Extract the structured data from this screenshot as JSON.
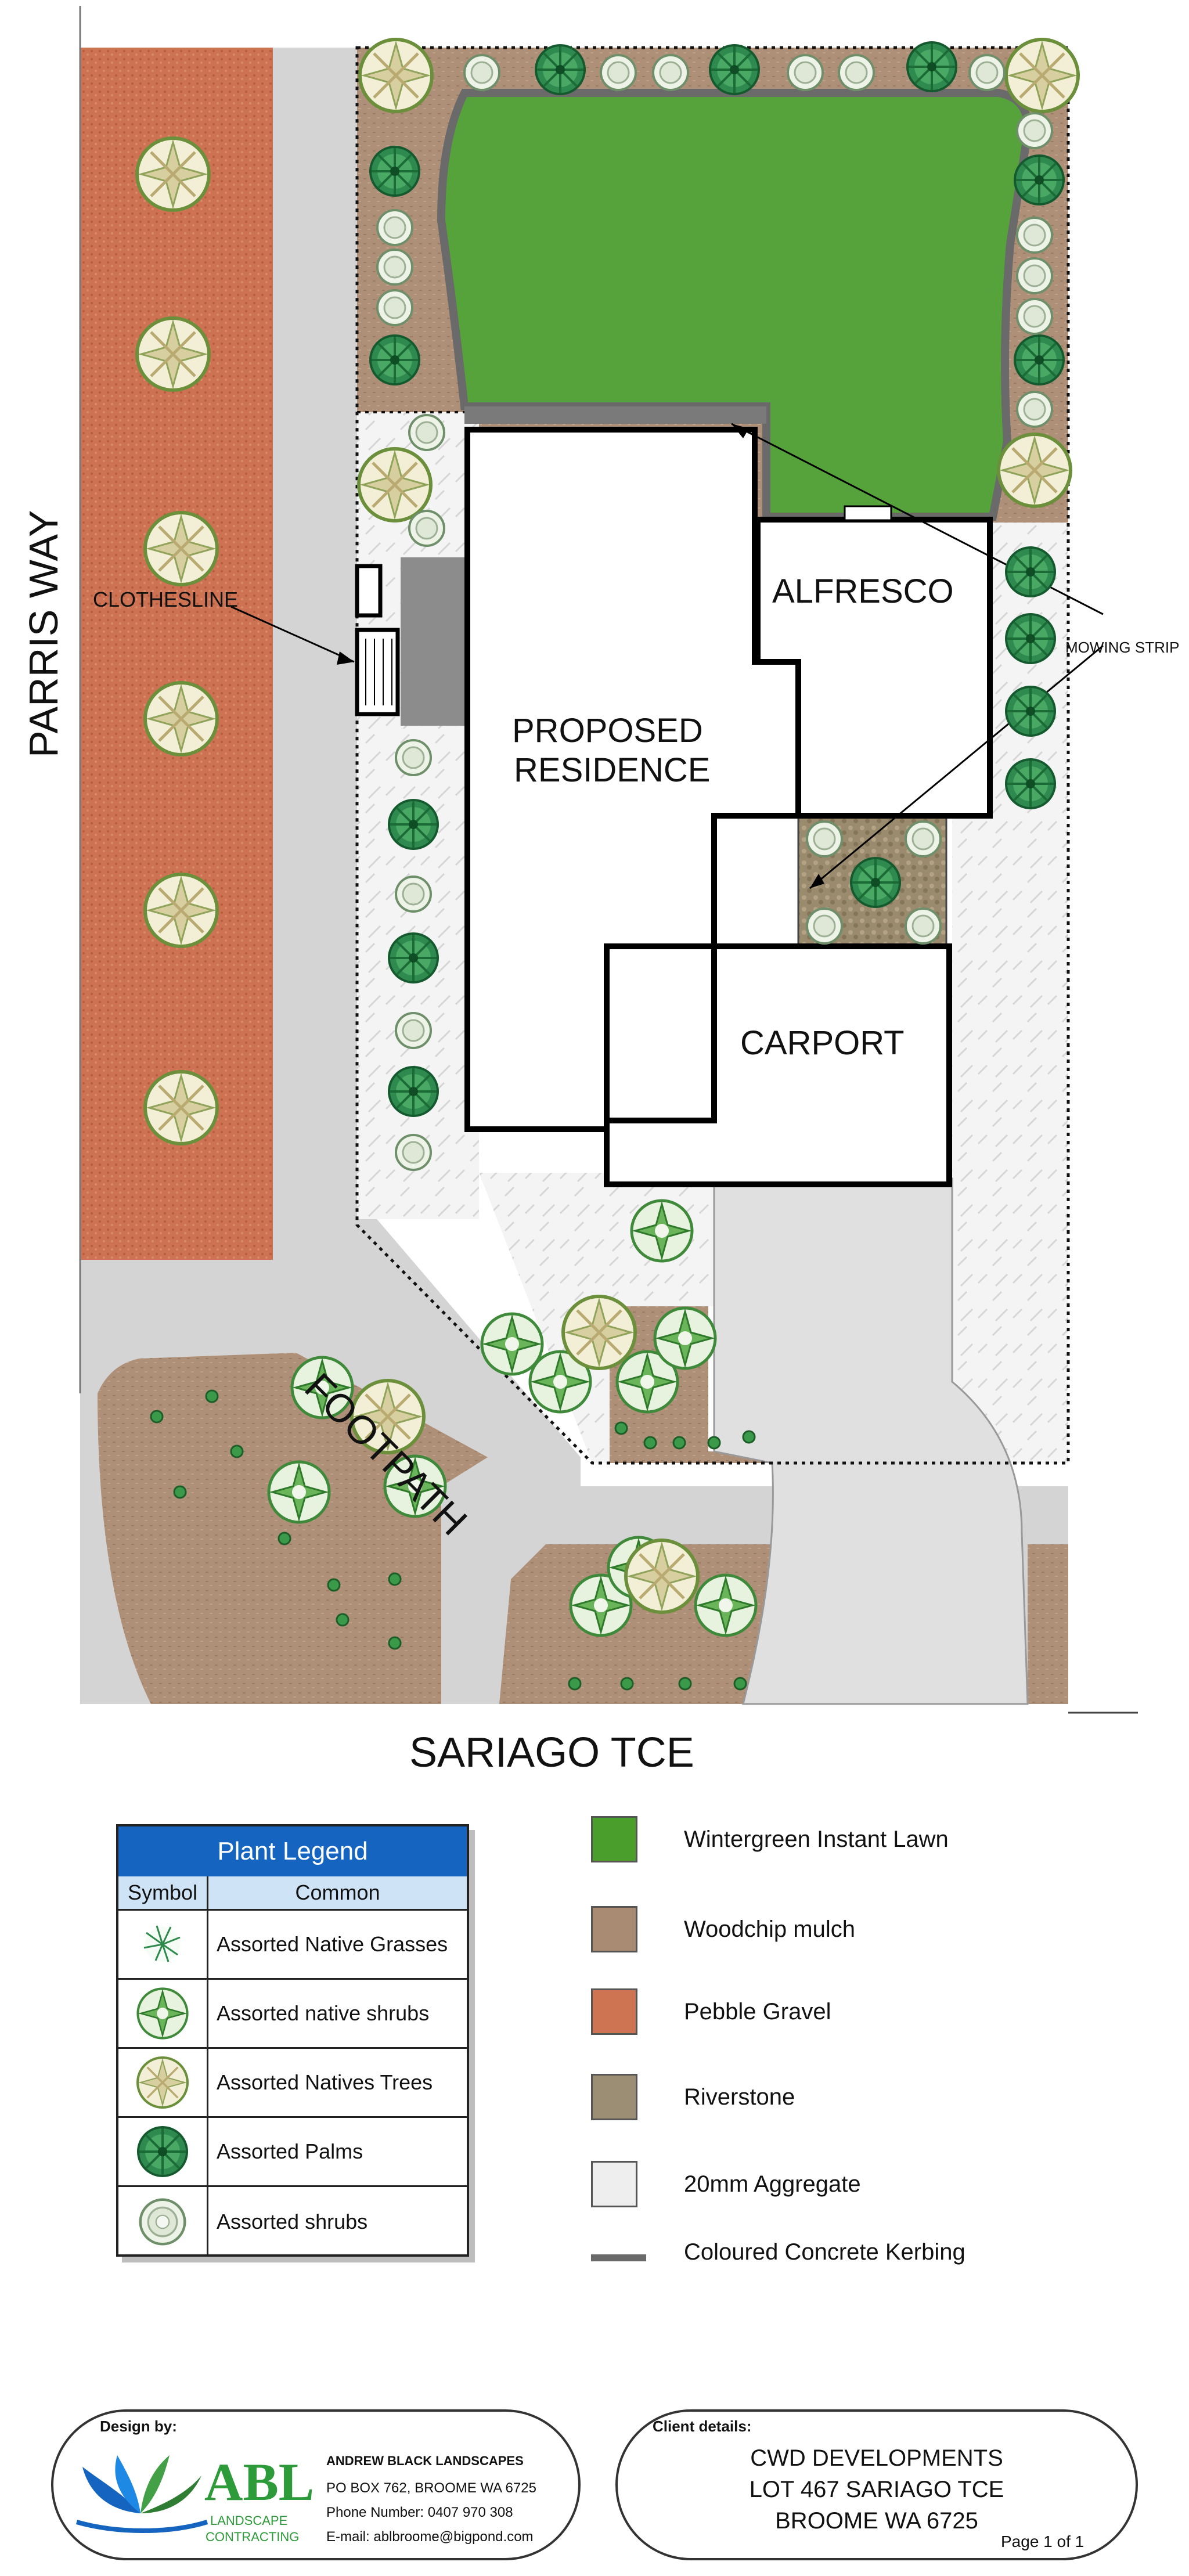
{
  "site_labels": {
    "parris_way": "PARRIS WAY",
    "sariago_tce": "SARIAGO TCE",
    "footpath": "FOOTPATH",
    "clothesline": "CLOTHESLINE",
    "mowing_strip": "MOWING STRIP",
    "residence_line1": "PROPOSED",
    "residence_line2": "RESIDENCE",
    "alfresco": "ALFRESCO",
    "carport": "CARPORT"
  },
  "plant_legend": {
    "title": "Plant Legend",
    "col_symbol": "Symbol",
    "col_common": "Common",
    "rows": [
      {
        "icon": "grass-symbol-icon",
        "common": "Assorted Native Grasses"
      },
      {
        "icon": "native-shrub-symbol-icon",
        "common": "Assorted native shrubs"
      },
      {
        "icon": "native-tree-symbol-icon",
        "common": "Assorted Natives Trees"
      },
      {
        "icon": "palm-symbol-icon",
        "common": "Assorted Palms"
      },
      {
        "icon": "shrub-symbol-icon",
        "common": "Assorted shrubs"
      }
    ]
  },
  "materials": [
    {
      "label": "Wintergreen Instant Lawn",
      "color": "#4a9e2c"
    },
    {
      "label": "Woodchip mulch",
      "color": "#a98a72"
    },
    {
      "label": "Pebble Gravel",
      "color": "#cf7452"
    },
    {
      "label": "Riverstone",
      "color": "#9c8e74"
    },
    {
      "label": "20mm Aggregate",
      "color": "#eeeeee"
    },
    {
      "label": "Coloured Concrete Kerbing",
      "color": "#6a6a6a"
    }
  ],
  "designer": {
    "caption": "Design by:",
    "logo_text": "ABL",
    "logo_sub1": "LANDSCAPE",
    "logo_sub2": "CONTRACTING",
    "company": "ANDREW BLACK LANDSCAPES",
    "address": "PO BOX 762, BROOME WA 6725",
    "phone": "Phone Number: 0407 970 308",
    "email": "E-mail: ablbroome@bigpond.com"
  },
  "client": {
    "caption": "Client details:",
    "line1": "CWD DEVELOPMENTS",
    "line2": "LOT 467 SARIAGO TCE",
    "line3": "BROOME WA 6725",
    "page": "Page 1 of 1"
  }
}
